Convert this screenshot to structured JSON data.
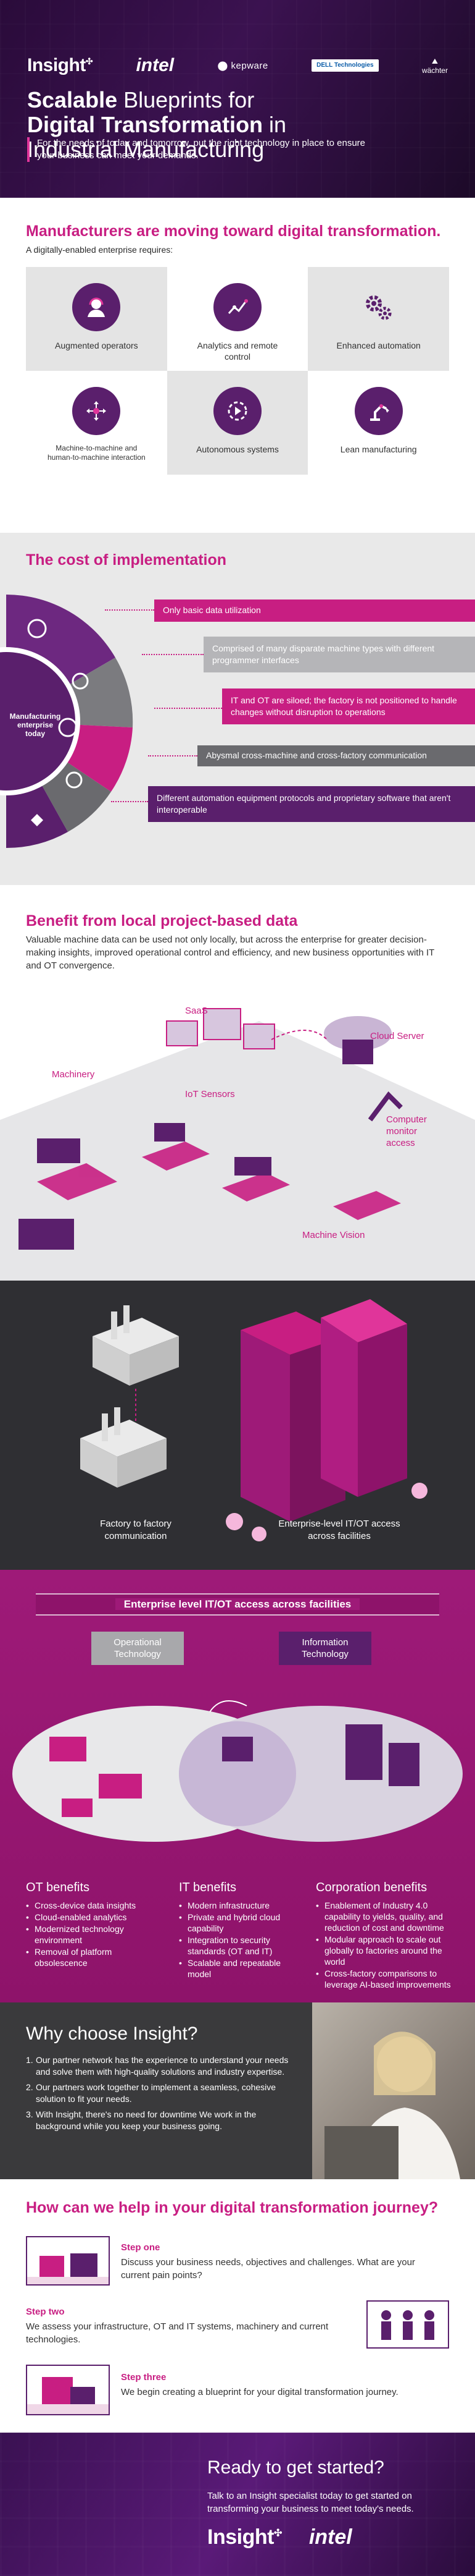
{
  "hero": {
    "logos": {
      "insight": "Insight",
      "intel": "intel",
      "kepware": "kepware",
      "dell": "DELL Technologies",
      "dell_sub": "",
      "watcher": "wächter"
    },
    "title_bold1": "Scalable",
    "title_rest1": " Blueprints for",
    "title_bold2": "Digital Transformation",
    "title_rest2": " in",
    "title_line3": "Industrial Manufacturing",
    "subtitle": "For the needs of today and tomorrow, put the right technology in place to ensure your business can meet your demands."
  },
  "moving": {
    "heading": "Manufacturers are moving toward digital transformation.",
    "sub": "A digitally-enabled enterprise requires:",
    "tiles": [
      {
        "icon": "person-headset-icon",
        "label": "Augmented operators"
      },
      {
        "icon": "analytics-chart-icon",
        "label": "Analytics and remote control"
      },
      {
        "icon": "gears-icon",
        "label": "Enhanced automation"
      },
      {
        "icon": "touch-interaction-icon",
        "label": "Machine-to-machine and human-to-machine interaction"
      },
      {
        "icon": "autonomous-play-icon",
        "label": "Autonomous systems"
      },
      {
        "icon": "robot-arm-icon",
        "label": "Lean manufacturing"
      }
    ]
  },
  "cost": {
    "heading": "The cost of implementation",
    "wheel_label": "Manufacturing enterprise today",
    "items": [
      "Only basic data utilization",
      "Comprised of many disparate machine types with different programmer interfaces",
      "IT and OT are siloed; the factory is not positioned to handle changes without disruption to operations",
      "Abysmal cross-machine and cross-factory communication",
      "Different automation equipment protocols and proprietary software that aren't interoperable"
    ]
  },
  "benefit": {
    "heading": "Benefit from local project-based data",
    "body": "Valuable machine data can be used not only locally, but across the enterprise for greater decision-making insights, improved operational control and efficiency, and new business opportunities with IT and OT convergence.",
    "labels": {
      "saas": "SaaS",
      "cloud": "Cloud Server",
      "machinery": "Machinery",
      "iot": "IoT Sensors",
      "computer": "Computer monitor access",
      "vision": "Machine Vision"
    }
  },
  "factory": {
    "left": "Factory to factory communication",
    "right": "Enterprise-level IT/OT access across facilities"
  },
  "enterprise": {
    "title": "Enterprise level IT/OT access across facilities",
    "ot_tag": "Operational Technology",
    "it_tag": "Information Technology",
    "columns": [
      {
        "heading": "OT benefits",
        "items": [
          "Cross-device data insights",
          "Cloud-enabled analytics",
          "Modernized technology environment",
          "Removal of platform obsolescence"
        ]
      },
      {
        "heading": "IT benefits",
        "items": [
          "Modern infrastructure",
          "Private and hybrid cloud capability",
          "Integration to security standards (OT and IT)",
          "Scalable and repeatable model"
        ]
      },
      {
        "heading": "Corporation benefits",
        "items": [
          "Enablement of Industry 4.0 capability to yields, quality, and reduction of cost and downtime",
          "Modular approach to scale out globally to factories around the world",
          "Cross-factory comparisons to leverage AI-based improvements"
        ]
      }
    ]
  },
  "why": {
    "heading": "Why choose Insight?",
    "items": [
      {
        "n": "1.",
        "text": "Our partner network has the experience to understand your needs and solve them with high-quality solutions and industry expertise."
      },
      {
        "n": "2.",
        "text": "Our partners work together to implement a seamless, cohesive solution to fit your needs."
      },
      {
        "n": "3.",
        "text": "With Insight, there's no need for downtime We work in the background while you keep your business going."
      }
    ]
  },
  "how": {
    "heading": "How can we help in your digital transformation journey?",
    "steps": [
      {
        "title": "Step one",
        "text": "Discuss your business needs, objectives and challenges. What are your current pain points?"
      },
      {
        "title": "Step two",
        "text": "We assess your infrastructure, OT and IT systems, machinery and current technologies."
      },
      {
        "title": "Step three",
        "text": "We begin creating a blueprint for your digital transformation journey."
      }
    ]
  },
  "ready": {
    "heading": "Ready to get started?",
    "body": "Talk to an Insight specialist today to get started on transforming your business to meet today's needs.",
    "insight": "Insight",
    "intel": "intel"
  },
  "colors": {
    "magenta": "#c81e82",
    "purple": "#5a1f6c",
    "dark": "#2f2f33"
  }
}
